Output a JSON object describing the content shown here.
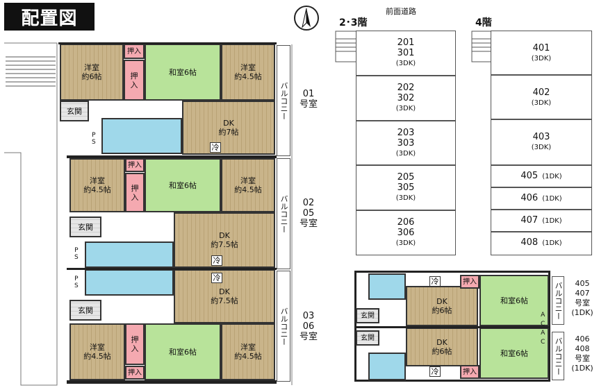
{
  "title": "配置図",
  "road": "前面道路",
  "floors": {
    "f23": "2･3階",
    "f4": "4階"
  },
  "floor23_units": [
    {
      "l1": "201",
      "l2": "301",
      "l3": "(3DK)"
    },
    {
      "l1": "202",
      "l2": "302",
      "l3": "(3DK)"
    },
    {
      "l1": "203",
      "l2": "303",
      "l3": "(3DK)"
    },
    {
      "l1": "205",
      "l2": "305",
      "l3": "(3DK)"
    },
    {
      "l1": "206",
      "l2": "306",
      "l3": "(3DK)"
    }
  ],
  "floor4_units": [
    {
      "num": "401",
      "type": "(3DK)"
    },
    {
      "num": "402",
      "type": "(3DK)"
    },
    {
      "num": "403",
      "type": "(3DK)"
    },
    {
      "num": "405",
      "type": "(1DK)"
    },
    {
      "num": "406",
      "type": "(1DK)"
    },
    {
      "num": "407",
      "type": "(1DK)"
    },
    {
      "num": "408",
      "type": "(1DK)"
    }
  ],
  "main_plan": {
    "labels_01": "01\n号室",
    "labels_0205": "02\n05\n号室",
    "labels_0306": "03\n06\n号室",
    "balcony": "バルコニー",
    "yoshitsu_6": "洋室\n約6帖",
    "yoshitsu_45": "洋室\n約4.5帖",
    "washitsu_6": "和室6帖",
    "oshiire": "押入",
    "oshiire_v": "押\n入",
    "genkan": "玄関",
    "dk7": "DK\n約7帖",
    "dk75": "DK\n約7.5帖",
    "ps": "P\nS",
    "rei": "冷"
  },
  "small_plan": {
    "label_top": "405\n407\n号室\n(1DK)",
    "label_bottom": "406\n408\n号室\n(1DK)",
    "dk6": "DK\n約6帖",
    "washitsu_6": "和室6帖",
    "oshiire": "押入",
    "genkan": "玄関",
    "balcony": "バルコニー",
    "ac": "A\nC",
    "rei": "冷"
  },
  "colors": {
    "tatami": "#b8e39a",
    "oshiire": "#f4a9b0",
    "bath": "#9fd8ea",
    "wood": "#c9b48a"
  }
}
